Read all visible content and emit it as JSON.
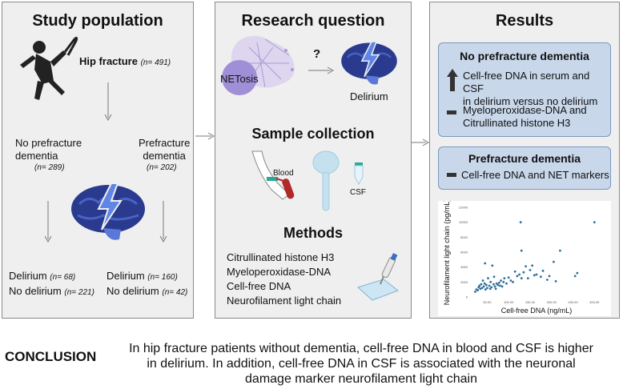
{
  "study": {
    "title": "Study population",
    "hip_label": "Hip fracture",
    "hip_n": "(n= 491)",
    "no_dem_line1": "No prefracture",
    "no_dem_line2": "dementia",
    "no_dem_n": "(n= 289)",
    "pre_dem_line1": "Prefracture",
    "pre_dem_line2": "dementia",
    "pre_dem_n": "(n= 202)",
    "left_delirium": "Delirium",
    "left_delirium_n": "(n= 68)",
    "left_no_delirium": "No delirium",
    "left_no_delirium_n": "(n= 221)",
    "right_delirium": "Delirium",
    "right_delirium_n": "(n= 160)",
    "right_no_delirium": "No delirium",
    "right_no_delirium_n": "(n= 42)"
  },
  "research": {
    "title": "Research question",
    "netosis": "NETosis",
    "question": "?",
    "delirium": "Delirium",
    "sample_title": "Sample collection",
    "blood": "Blood",
    "csf": "CSF",
    "methods_title": "Methods",
    "methods": [
      "Citrullinated histone H3",
      "Myeloperoxidase-DNA",
      "Cell-free DNA",
      "Neurofilament light chain"
    ]
  },
  "results": {
    "title": "Results",
    "box1_title": "No prefracture dementia",
    "box1_line1": "Cell-free DNA in serum and CSF",
    "box1_line2": "in delirium versus no delirium",
    "box1_line3": "Myeloperoxidase-DNA and",
    "box1_line4": "Citrullinated histone H3",
    "box2_title": "Prefracture dementia",
    "box2_line1": "Cell-free DNA and NET markers"
  },
  "chart_data": {
    "type": "scatter",
    "xlabel": "Cell-free DNA (ng/mL)",
    "ylabel": "Neurofilament light chain (pg/mL)",
    "x_ticks": [
      "50.00",
      "100.00",
      "150.00",
      "200.00",
      "250.00",
      "300.00"
    ],
    "y_ticks": [
      "0",
      "2000",
      "4000",
      "6000",
      "8000",
      "10000",
      "12000"
    ],
    "xlim": [
      10,
      320
    ],
    "ylim": [
      0,
      12000
    ],
    "points": [
      [
        22,
        700
      ],
      [
        25,
        1000
      ],
      [
        28,
        900
      ],
      [
        30,
        1300
      ],
      [
        32,
        1500
      ],
      [
        34,
        1100
      ],
      [
        36,
        1700
      ],
      [
        38,
        1200
      ],
      [
        40,
        2200
      ],
      [
        42,
        1400
      ],
      [
        44,
        1800
      ],
      [
        46,
        1000
      ],
      [
        48,
        1600
      ],
      [
        50,
        1200
      ],
      [
        52,
        2500
      ],
      [
        55,
        1500
      ],
      [
        57,
        1100
      ],
      [
        58,
        2000
      ],
      [
        60,
        1300
      ],
      [
        62,
        4200
      ],
      [
        65,
        1700
      ],
      [
        66,
        2700
      ],
      [
        68,
        1400
      ],
      [
        70,
        1100
      ],
      [
        72,
        1800
      ],
      [
        75,
        1600
      ],
      [
        78,
        1900
      ],
      [
        80,
        1500
      ],
      [
        82,
        2200
      ],
      [
        85,
        1400
      ],
      [
        88,
        2000
      ],
      [
        90,
        2500
      ],
      [
        95,
        1800
      ],
      [
        100,
        2600
      ],
      [
        105,
        2200
      ],
      [
        110,
        2000
      ],
      [
        115,
        3400
      ],
      [
        120,
        2800
      ],
      [
        125,
        3000
      ],
      [
        130,
        2500
      ],
      [
        135,
        3300
      ],
      [
        140,
        4100
      ],
      [
        145,
        2500
      ],
      [
        150,
        3600
      ],
      [
        155,
        4200
      ],
      [
        160,
        2900
      ],
      [
        165,
        3000
      ],
      [
        175,
        2700
      ],
      [
        180,
        3500
      ],
      [
        190,
        2300
      ],
      [
        195,
        2800
      ],
      [
        205,
        4700
      ],
      [
        210,
        2100
      ],
      [
        220,
        6200
      ],
      [
        255,
        2800
      ],
      [
        260,
        3200
      ],
      [
        128,
        10000
      ],
      [
        130,
        6200
      ],
      [
        45,
        4500
      ],
      [
        300,
        10000
      ]
    ]
  },
  "conclusion": {
    "label": "CONCLUSION",
    "line1": "In hip fracture patients without dementia, cell-free DNA in blood and CSF is higher",
    "line2": "in delirium. In addition, cell-free DNA in CSF is associated with the neuronal",
    "line3": "damage marker neurofilament light chain"
  }
}
